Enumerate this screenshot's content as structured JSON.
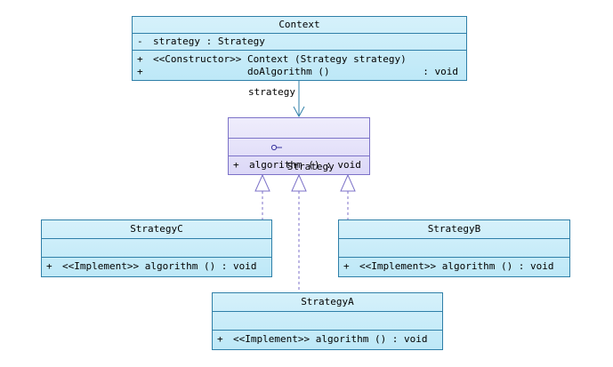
{
  "context": {
    "name": "Context",
    "attributes": [
      {
        "visibility": "-",
        "text": "strategy : Strategy"
      }
    ],
    "operations": [
      {
        "visibility": "+",
        "text": "<<Constructor>> Context (Strategy strategy)",
        "ret": ""
      },
      {
        "visibility": "+",
        "text": "                doAlgorithm ()",
        "ret": ": void"
      }
    ]
  },
  "association_label": "strategy",
  "strategy": {
    "name": "Strategy",
    "icon": "interface-lollipop-icon",
    "operations": [
      {
        "visibility": "+",
        "text": "algorithm () : void"
      }
    ]
  },
  "strategy_c": {
    "name": "StrategyC",
    "operations": [
      {
        "visibility": "+",
        "text": "<<Implement>> algorithm () : void"
      }
    ]
  },
  "strategy_b": {
    "name": "StrategyB",
    "operations": [
      {
        "visibility": "+",
        "text": "<<Implement>> algorithm () : void"
      }
    ]
  },
  "strategy_a": {
    "name": "StrategyA",
    "operations": [
      {
        "visibility": "+",
        "text": "<<Implement>> algorithm () : void"
      }
    ]
  },
  "colors": {
    "class_border": "#2f7fa8",
    "interface_border": "#7c72c8",
    "association_line": "#2f7fa8",
    "realization_line": "#7c72c8"
  }
}
